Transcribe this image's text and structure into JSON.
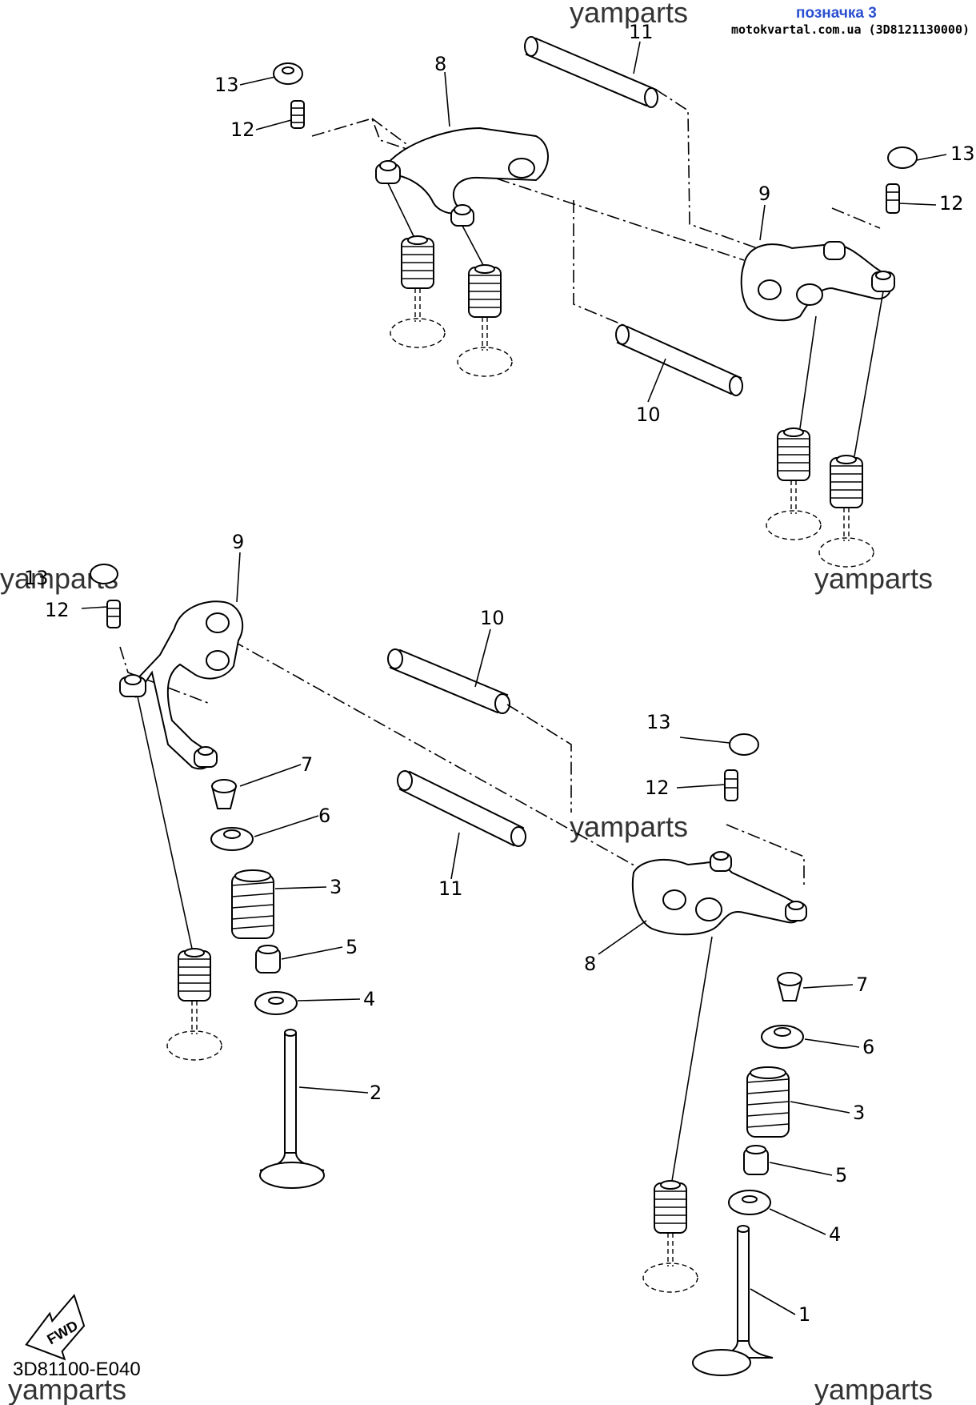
{
  "header": {
    "label": "позначка 3",
    "source": "motokvartal.com.ua (3D8121130000)"
  },
  "watermark": "yamparts",
  "diagram_code": "3D81100-E040",
  "fwd_label": "FWD",
  "callouts": {
    "c1": "1",
    "c2": "2",
    "c3a": "3",
    "c3b": "3",
    "c4a": "4",
    "c4b": "4",
    "c5a": "5",
    "c5b": "5",
    "c6a": "6",
    "c6b": "6",
    "c7a": "7",
    "c7b": "7",
    "c8a": "8",
    "c8b": "8",
    "c9a": "9",
    "c9b": "9",
    "c10a": "10",
    "c10b": "10",
    "c11a": "11",
    "c11b": "11",
    "c12a": "12",
    "c12b": "12",
    "c12c": "12",
    "c12d": "12",
    "c13a": "13",
    "c13b": "13",
    "c13c": "13",
    "c13d": "13"
  }
}
